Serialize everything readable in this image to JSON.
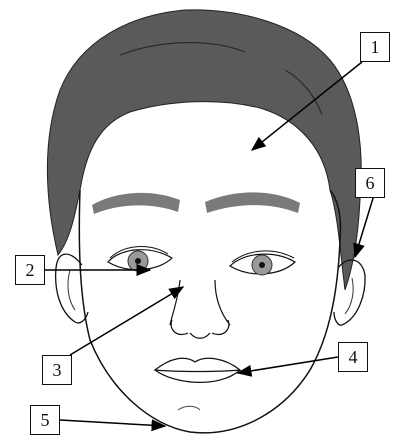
{
  "labels": [
    {
      "id": "1",
      "text": "1"
    },
    {
      "id": "2",
      "text": "2"
    },
    {
      "id": "3",
      "text": "3"
    },
    {
      "id": "4",
      "text": "4"
    },
    {
      "id": "5",
      "text": "5"
    },
    {
      "id": "6",
      "text": "6"
    }
  ],
  "colors": {
    "hair": "#5a5a5a",
    "brow": "#7a7a7a",
    "iris": "#9a9a9a",
    "line": "#111111",
    "background": "#ffffff"
  }
}
